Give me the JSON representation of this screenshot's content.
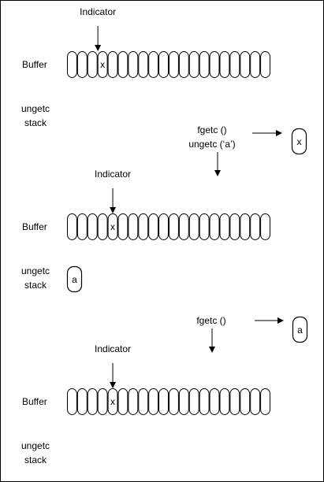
{
  "diagram": {
    "slot_count": 20,
    "stages": [
      {
        "indicator_label": "Indicator",
        "indicator_slot": 4,
        "buffer_label": "Buffer",
        "buffer_slots": [
          "",
          "",
          "",
          "x",
          "",
          "",
          "",
          "",
          "",
          "",
          "",
          "",
          "",
          "",
          "",
          "",
          "",
          "",
          "",
          ""
        ],
        "ungetc_label_line1": "ungetc",
        "ungetc_label_line2": "stack",
        "stack_items": []
      },
      {
        "indicator_label": "Indicator",
        "indicator_slot": 5,
        "buffer_label": "Buffer",
        "buffer_slots": [
          "",
          "",
          "",
          "",
          "x",
          "",
          "",
          "",
          "",
          "",
          "",
          "",
          "",
          "",
          "",
          "",
          "",
          "",
          "",
          ""
        ],
        "ungetc_label_line1": "ungetc",
        "ungetc_label_line2": "stack",
        "stack_items": [
          "a"
        ]
      },
      {
        "indicator_label": "Indicator",
        "indicator_slot": 5,
        "buffer_label": "Buffer",
        "buffer_slots": [
          "",
          "",
          "",
          "",
          "x",
          "",
          "",
          "",
          "",
          "",
          "",
          "",
          "",
          "",
          "",
          "",
          "",
          "",
          "",
          ""
        ],
        "ungetc_label_line1": "ungetc",
        "ungetc_label_line2": "stack",
        "stack_items": []
      }
    ],
    "transitions": [
      {
        "lines": [
          "fgetc ()",
          "ungetc (‘a’)"
        ],
        "returned_value": "x"
      },
      {
        "lines": [
          "fgetc ()"
        ],
        "returned_value": "a"
      }
    ]
  }
}
